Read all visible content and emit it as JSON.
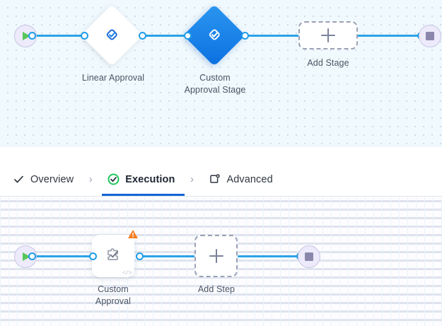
{
  "stage_canvas": {
    "name": "stage-graph-canvas",
    "start_node": {
      "icon": "play-icon",
      "title": "Start"
    },
    "end_node": {
      "icon": "stop-icon",
      "title": "End"
    },
    "nodes": [
      {
        "id": "linear-approval",
        "label": "Linear Approval",
        "icon": "approval-check-icon",
        "selected": false
      },
      {
        "id": "custom-approval-stage",
        "label": "Custom\nApproval Stage",
        "label_line1": "Custom",
        "label_line2": "Approval Stage",
        "icon": "approval-check-icon",
        "selected": true
      }
    ],
    "add_stage": {
      "label": "Add Stage",
      "icon": "plus-icon"
    }
  },
  "tabs": {
    "items": [
      {
        "id": "overview",
        "label": "Overview",
        "icon": "check-icon",
        "active": false
      },
      {
        "id": "execution",
        "label": "Execution",
        "icon": "check-circle-icon",
        "active": true
      },
      {
        "id": "advanced",
        "label": "Advanced",
        "icon": "window-gear-icon",
        "active": false
      }
    ],
    "separator": "›",
    "active_underline_color": "#1565d8",
    "check_circle_color": "#22c55e"
  },
  "step_canvas": {
    "name": "step-graph-canvas",
    "start_node": {
      "icon": "play-icon",
      "title": "Start"
    },
    "end_node": {
      "icon": "stop-icon",
      "title": "End"
    },
    "nodes": [
      {
        "id": "custom-approval",
        "label_line1": "Custom",
        "label_line2": "Approval",
        "icon": "puzzle-check-icon",
        "warning": "warning-triangle-icon",
        "code_badge": "</>"
      }
    ],
    "add_step": {
      "label": "Add Step",
      "icon": "plus-icon"
    }
  },
  "colors": {
    "edge": "#29a3e8",
    "port": "#1e9ce8",
    "selected_node": "#0a6fe0",
    "warning": "#f57c1f",
    "start_play": "#57c65a",
    "stop_square": "#8b87ac",
    "stage_canvas_bg": "#f0f9fd",
    "step_canvas_bg": "#fdfdff"
  }
}
